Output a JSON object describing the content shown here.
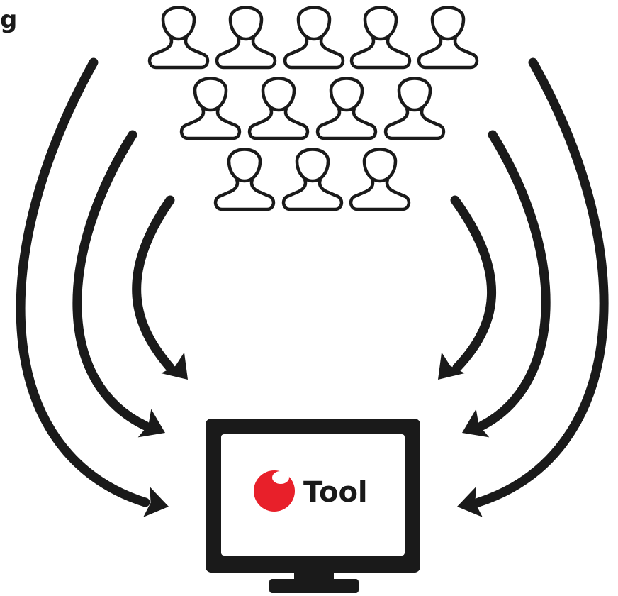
{
  "corner_text": "g",
  "tool_label": "Tool",
  "people_count": 12,
  "colors": {
    "ink": "#1a1a1a",
    "logo_red": "#e8202a",
    "screen_fill": "#ffffff"
  },
  "icons": [
    "person-icon",
    "curved-arrow-icon",
    "monitor-icon",
    "tool-logo-icon"
  ]
}
